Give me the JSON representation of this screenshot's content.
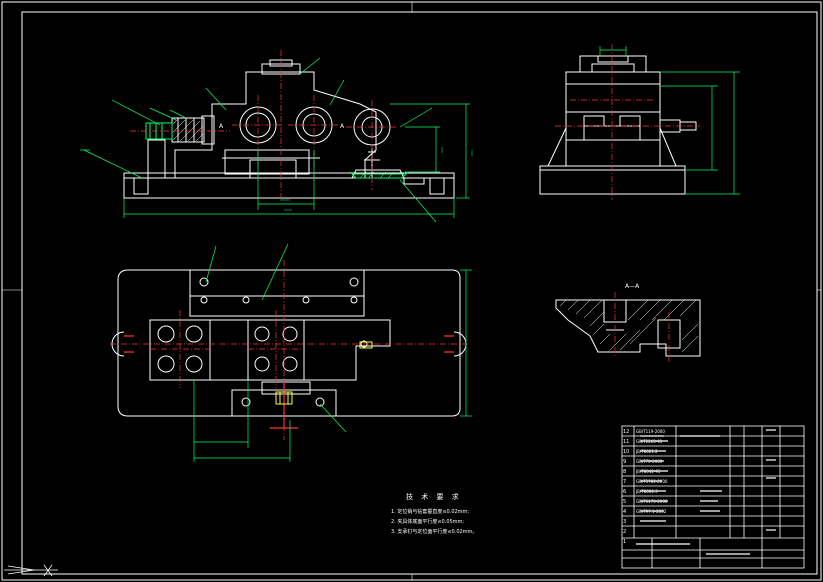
{
  "tech_requirements": {
    "title": "技 术 要 求",
    "lines": [
      "1. 定位销与钻套垂直度≤0.02mm;",
      "2. 夹具体底面平行度≤0.05mm;",
      "3. 支承钉与定位面平行度≤0.02mm。"
    ]
  },
  "section_label": "A—A",
  "view_markers": {
    "a_left": "A",
    "a_right": "A"
  },
  "title_block": {
    "part_codes": [
      "1",
      "2",
      "3",
      "4",
      "5",
      "6",
      "7",
      "8",
      "9",
      "10",
      "11",
      "12"
    ],
    "standards": [
      "GB/T119-2000",
      "GB/T2260-91",
      "JB/T8021.2",
      "GB/T70-2000",
      "JB/T8042-95",
      "GB/T5782-2000",
      "JB/T8006.3",
      "GB/T6170-2000",
      "GB/T97.1-2002"
    ]
  },
  "colors": {
    "outline": "#ffffff",
    "dimension": "#00ff66",
    "center_line": "#ff3333",
    "hidden": "#ffff33",
    "frame": "#ffffff",
    "hatch": "#ffffff"
  }
}
